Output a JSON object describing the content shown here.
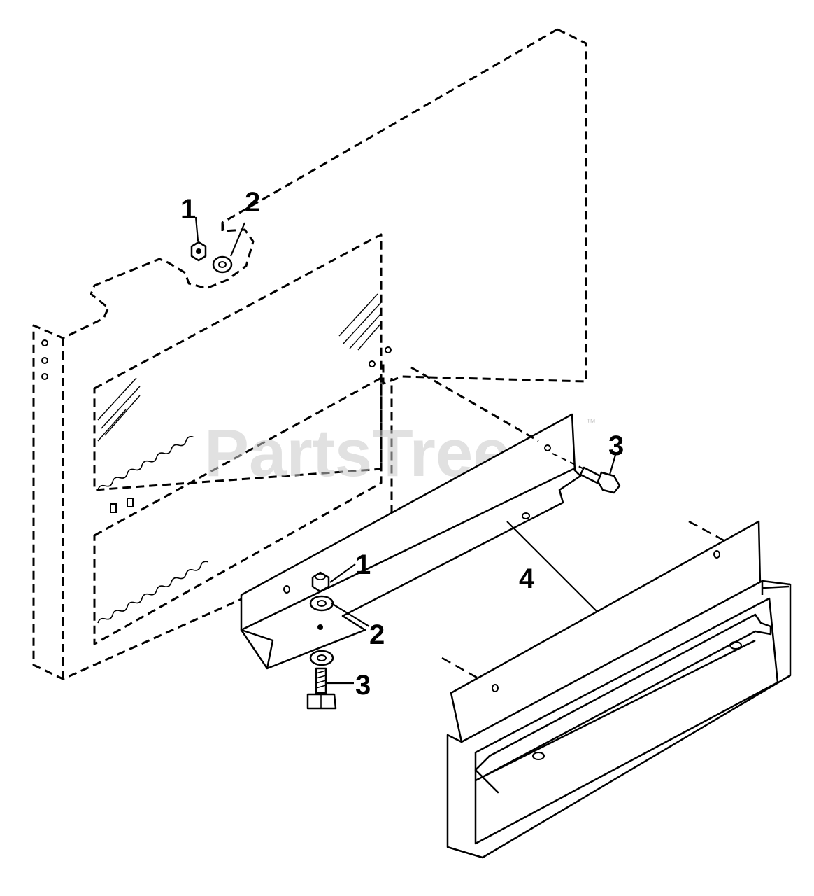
{
  "callouts": {
    "top_nut": "1",
    "top_washer": "2",
    "right_bolt": "3",
    "bracket_nut": "1",
    "bracket_washer": "2",
    "bracket_bolt": "3",
    "bracket": "4"
  },
  "watermark": {
    "text": "PartsTree",
    "trademark": "™"
  },
  "colors": {
    "line": "#000000",
    "watermark": "#c9c9c9",
    "background": "#ffffff"
  }
}
